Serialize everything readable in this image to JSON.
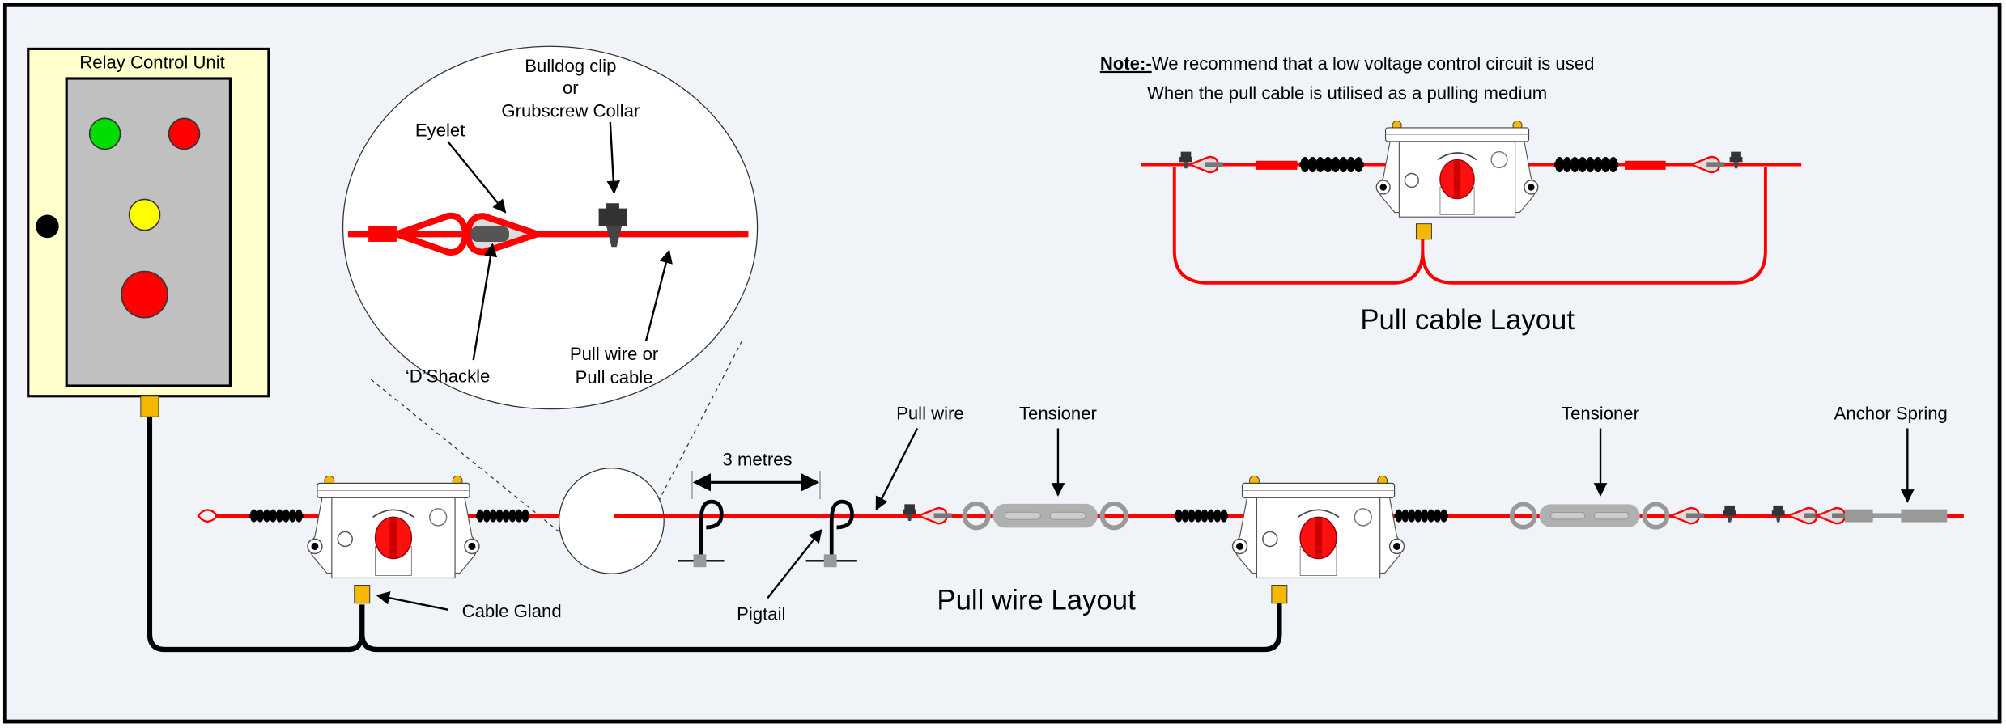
{
  "relay_unit": {
    "title": "Relay Control Unit",
    "lamp_colors": [
      "#00dd00",
      "#ff0000",
      "#ffff00",
      "#ff0000"
    ]
  },
  "detail": {
    "bulldog_line1": "Bulldog clip",
    "bulldog_line2": "or",
    "bulldog_line3": "Grubscrew Collar",
    "eyelet": "Eyelet",
    "d_shackle": "‘D’Shackle",
    "pull_wire_line1": "Pull wire or",
    "pull_wire_line2": "Pull cable"
  },
  "note": {
    "label": "Note:-",
    "line1": "We recommend that a low voltage control circuit is used",
    "line2": "When the pull cable is utilised as a pulling medium"
  },
  "pull_cable_layout": {
    "title": "Pull cable Layout"
  },
  "pull_wire_layout": {
    "title": "Pull wire Layout",
    "distance": "3 metres",
    "pull_wire": "Pull wire",
    "tensioner_1": "Tensioner",
    "tensioner_2": "Tensioner",
    "anchor_spring": "Anchor Spring",
    "pigtail": "Pigtail",
    "cable_gland": "Cable Gland"
  },
  "colors": {
    "background": "#f0f4f9",
    "wire": "#ff0000",
    "cable": "#000000",
    "gland": "#f5b800",
    "relay_box": "#ffffcc",
    "relay_panel": "#c0c0c0"
  }
}
